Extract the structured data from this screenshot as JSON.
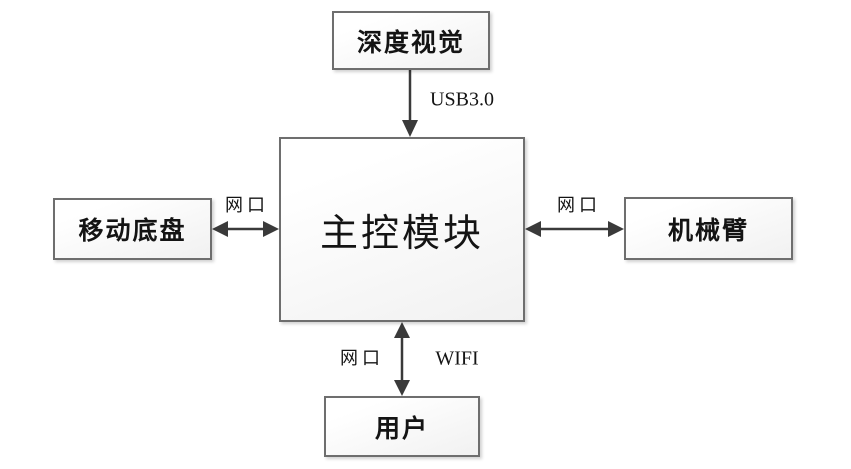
{
  "diagram": {
    "nodes": {
      "depth_vision": {
        "label": "深度视觉"
      },
      "main_control": {
        "label": "主控模块"
      },
      "mobile_chassis": {
        "label": "移动底盘"
      },
      "robot_arm": {
        "label": "机械臂"
      },
      "user": {
        "label": "用户"
      }
    },
    "edge_labels": {
      "usb": "USB3.0",
      "net_left": "网口",
      "net_right": "网口",
      "net_bottom": "网口",
      "wifi": "WIFI"
    },
    "colors": {
      "background": "#ffffff",
      "box_border": "#6e6e6e",
      "box_fill": "#f4f4f4",
      "arrow": "#3a3a3a",
      "text": "#141414"
    }
  }
}
